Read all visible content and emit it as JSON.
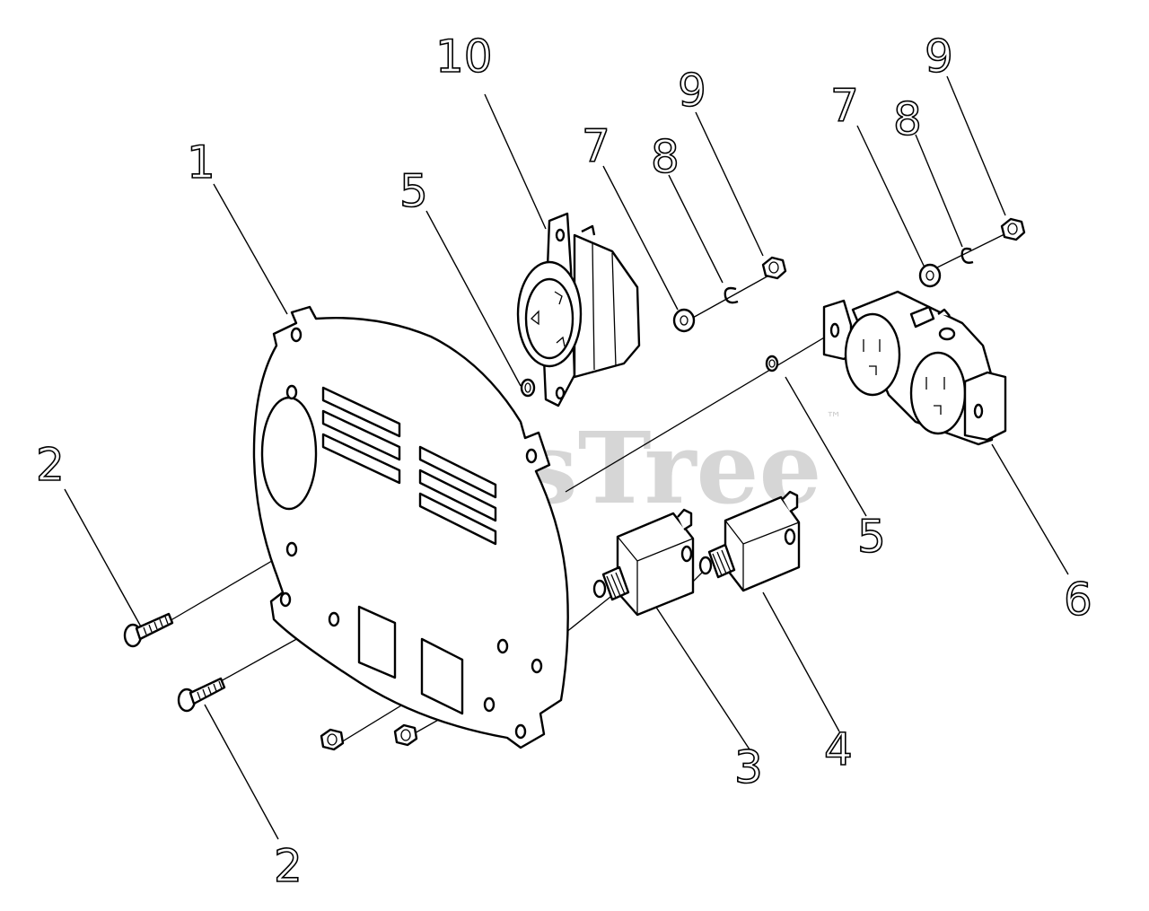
{
  "diagram": {
    "watermark": {
      "text": "PartsTree",
      "mark": "™"
    },
    "callouts": [
      {
        "id": "c1",
        "label": "1"
      },
      {
        "id": "c2a",
        "label": "2"
      },
      {
        "id": "c2b",
        "label": "2"
      },
      {
        "id": "c3",
        "label": "3"
      },
      {
        "id": "c4",
        "label": "4"
      },
      {
        "id": "c5a",
        "label": "5"
      },
      {
        "id": "c5b",
        "label": "5"
      },
      {
        "id": "c6",
        "label": "6"
      },
      {
        "id": "c7a",
        "label": "7"
      },
      {
        "id": "c7b",
        "label": "7"
      },
      {
        "id": "c8a",
        "label": "8"
      },
      {
        "id": "c8b",
        "label": "8"
      },
      {
        "id": "c9a",
        "label": "9"
      },
      {
        "id": "c9b",
        "label": "9"
      },
      {
        "id": "c10",
        "label": "10"
      }
    ]
  }
}
